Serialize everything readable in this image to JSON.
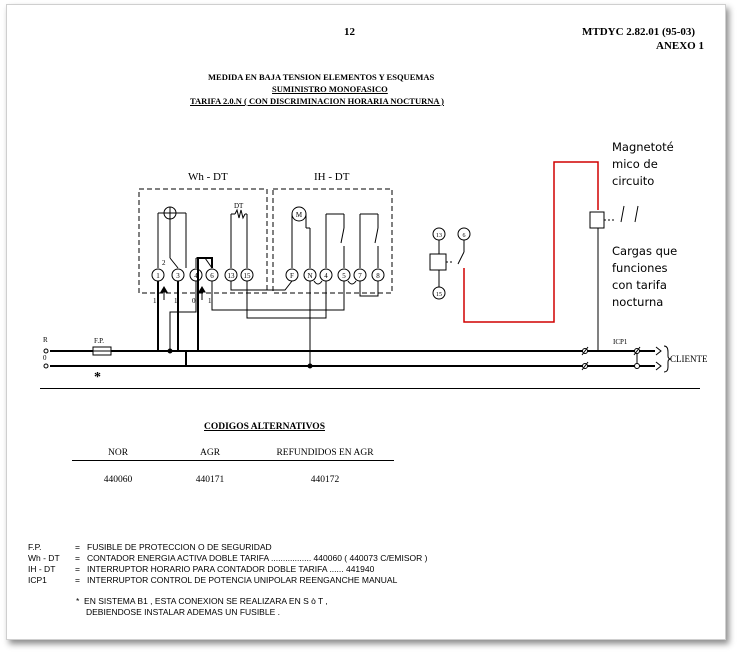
{
  "header": {
    "page_number": "12",
    "doc_code": "MTDYC  2.82.01 (95-03)",
    "annex": "ANEXO 1"
  },
  "title": {
    "line1": "MEDIDA EN BAJA TENSION ELEMENTOS Y ESQUEMAS",
    "line2": "SUMINISTRO MONOFASICO",
    "line3": "TARIFA 2.0.N  ( CON DISCRIMINACION HORARIA NOCTURNA )"
  },
  "diagram": {
    "box_wh_label": "Wh - DT",
    "box_ih_label": "IH - DT",
    "dt_label": "DT",
    "wh_terminals": [
      "1",
      "3",
      "4",
      "6",
      "13",
      "15"
    ],
    "ih_terminals": [
      "F",
      "N",
      "4",
      "5",
      "7",
      "8"
    ],
    "motor_label": "M",
    "lead_2": "2",
    "arrow_labels": [
      "1",
      "1",
      "0",
      "1"
    ],
    "relay_terminals": [
      "13",
      "6",
      "15"
    ],
    "line_R": "R",
    "line_0": "0",
    "fuse_label": "F.P.",
    "icp_label": "ICP1",
    "client_label": "CLIENTE",
    "asterisk": "*",
    "red_wire_color": "#d00000",
    "annotation_magneto": "Magnetoté mico de circuito",
    "annotation_cargas": "Cargas que funciones con tarifa nocturna"
  },
  "codes": {
    "title": "CODIGOS ALTERNATIVOS",
    "headers": [
      "NOR",
      "AGR",
      "REFUNDIDOS EN AGR"
    ],
    "values": [
      "440060",
      "440171",
      "440172"
    ]
  },
  "legend": [
    {
      "key": "F.P.",
      "eq": "=",
      "text": "FUSIBLE DE PROTECCION O DE SEGURIDAD"
    },
    {
      "key": "Wh - DT",
      "eq": "=",
      "text": "CONTADOR ENERGIA ACTIVA DOBLE TARIFA  .................    440060 ( 440073 C/EMISOR )"
    },
    {
      "key": "IH - DT",
      "eq": "=",
      "text": "INTERRUPTOR HORARIO PARA CONTADOR DOBLE TARIFA ......    441940"
    },
    {
      "key": "ICP1",
      "eq": "=",
      "text": "INTERRUPTOR CONTROL DE POTENCIA UNIPOLAR REENGANCHE MANUAL"
    }
  ],
  "note": {
    "star": "*",
    "line1": "EN SISTEMA B1 , ESTA CONEXION SE REALIZARA EN S ò T ,",
    "line2": "DEBIENDOSE INSTALAR ADEMAS UN FUSIBLE ."
  }
}
